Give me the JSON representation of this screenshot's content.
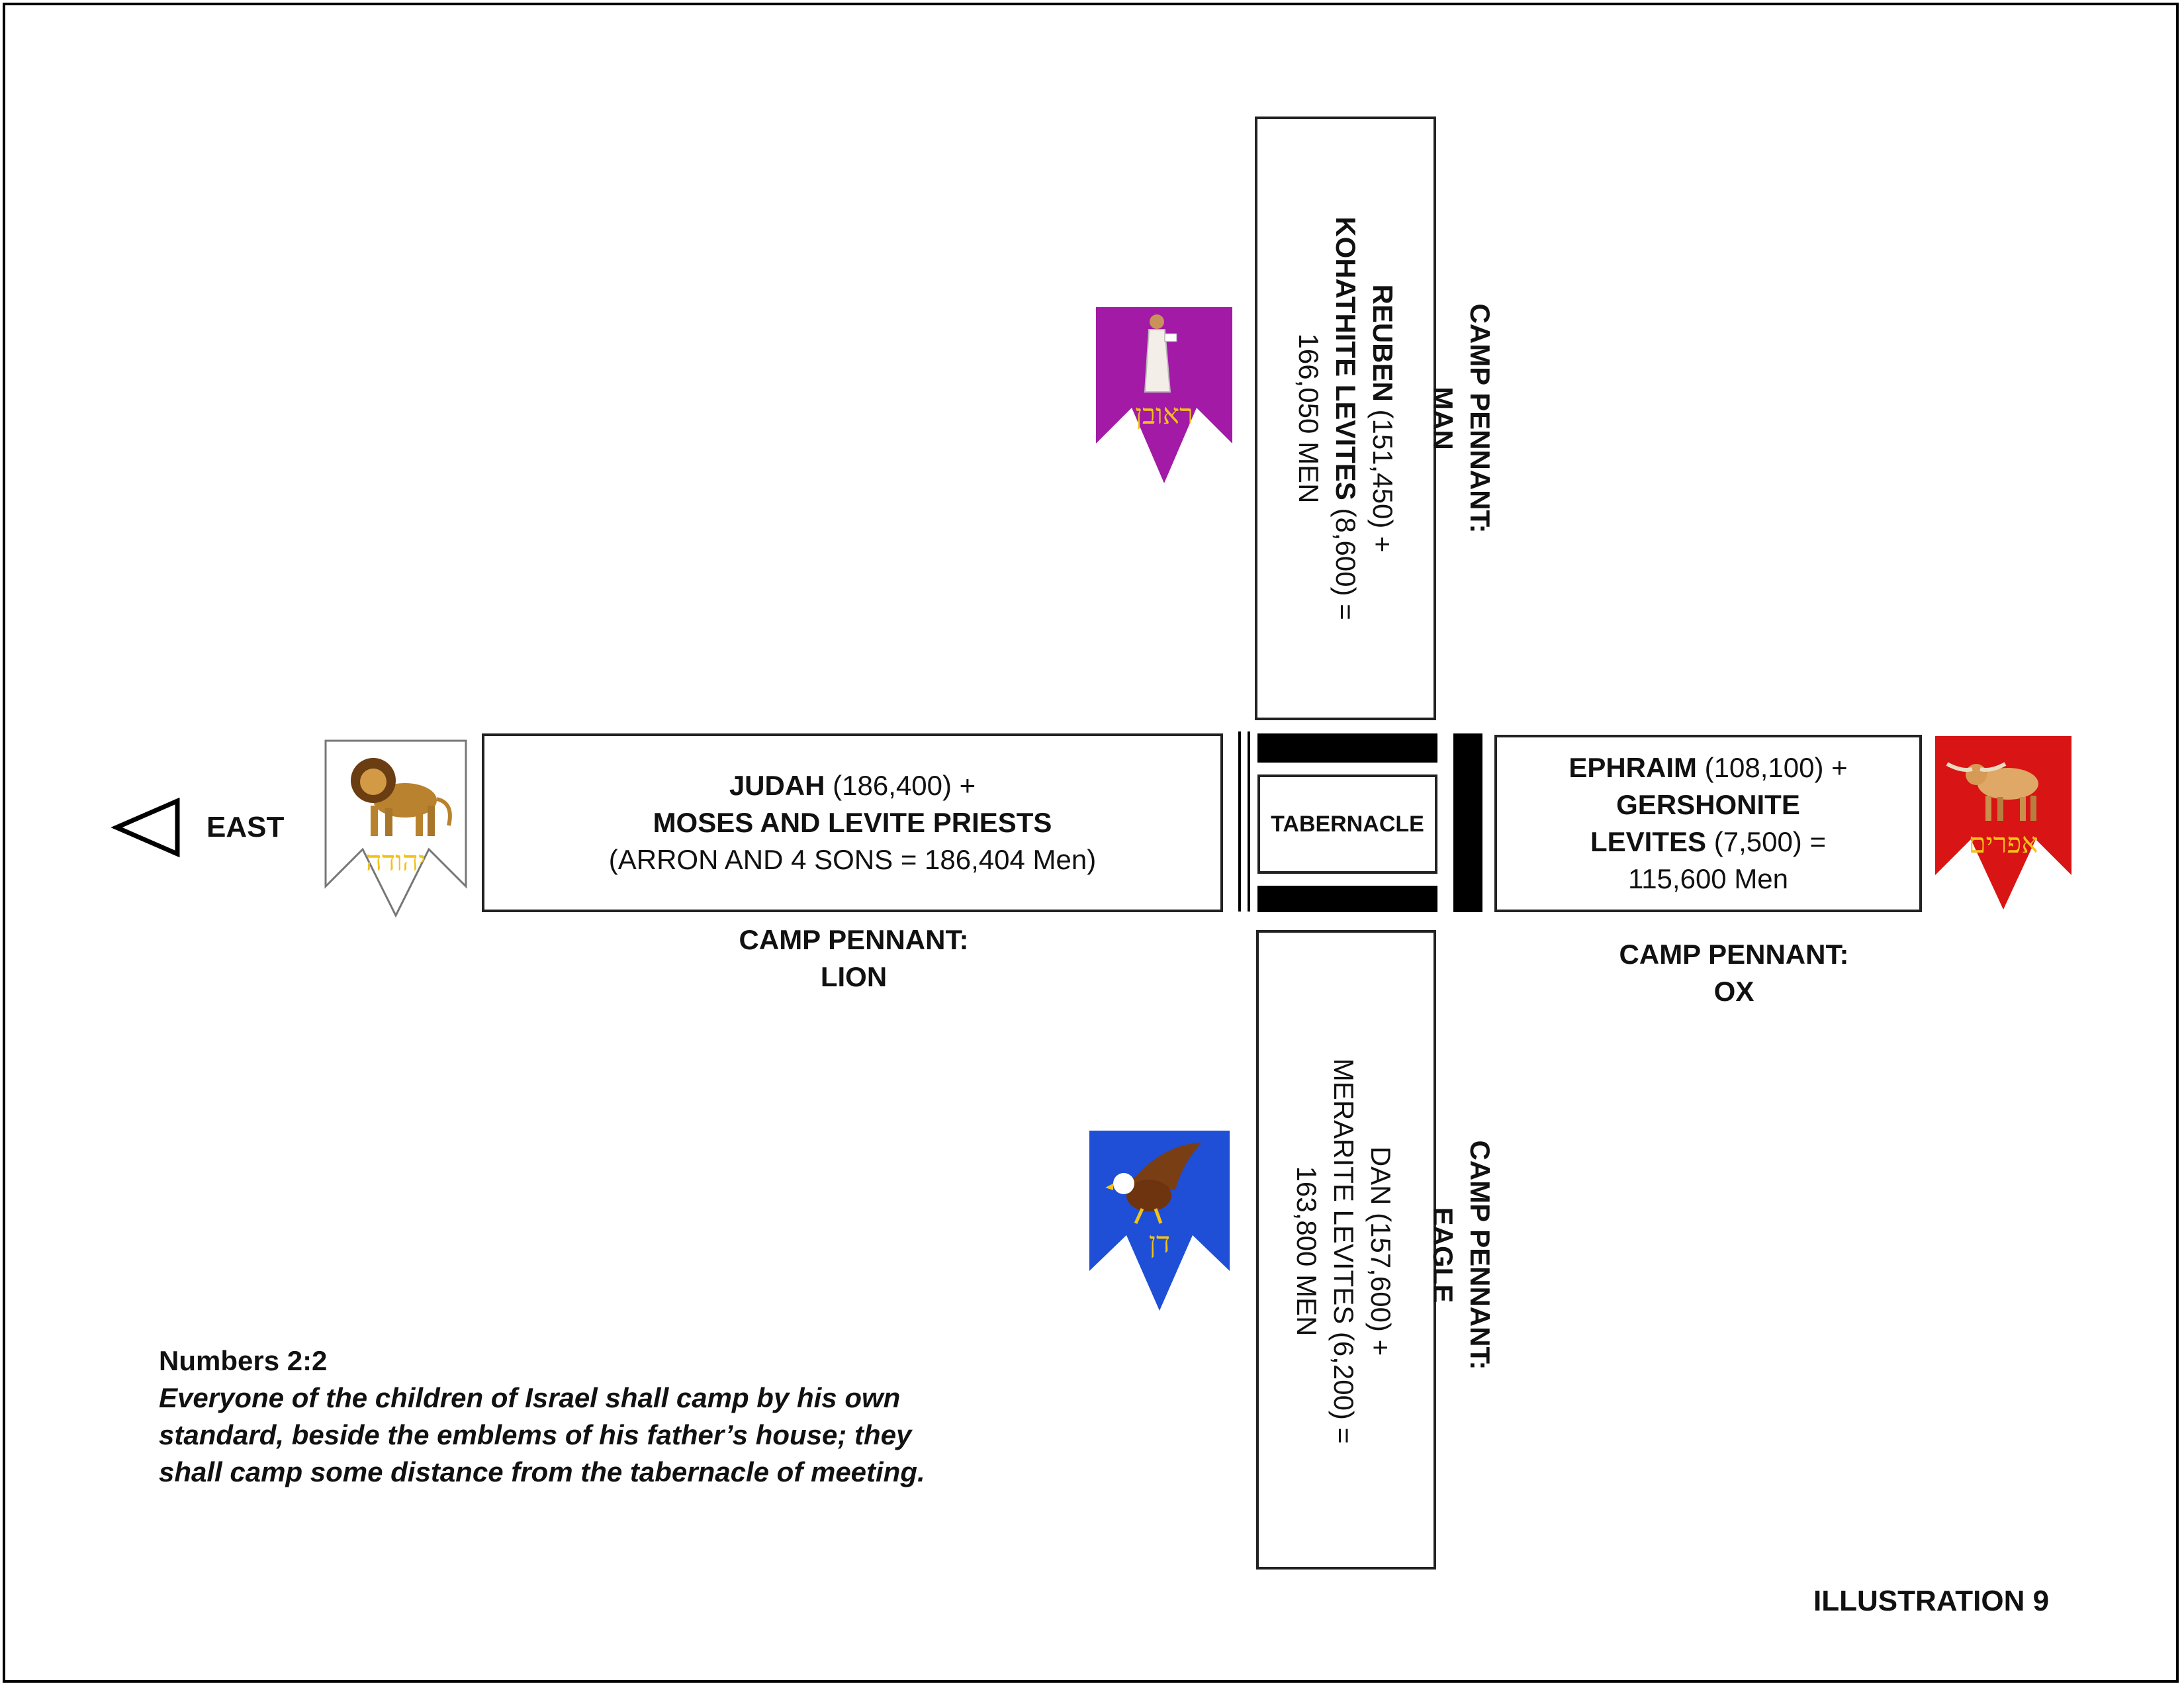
{
  "directions": {
    "east_label": "EAST"
  },
  "tabernacle": {
    "label": "TABERNACLE"
  },
  "east_camp": {
    "tribe": "JUDAH",
    "tribe_count": "(186,400) +",
    "line2": "MOSES AND LEVITE PRIESTS",
    "line3": "(ARRON AND 4 SONS = 186,404 Men)",
    "pennant_caption_1": "CAMP PENNANT:",
    "pennant_caption_2": "LION",
    "pennant_hebrew": "יהודה",
    "pennant_color": "#ffffff",
    "emblem": "lion-icon"
  },
  "north_camp": {
    "tribe": "REUBEN",
    "tribe_count": "(151,450) +",
    "levites": "KOHATHITE LEVITES",
    "levites_count": "(8,600) =",
    "total": "166,050 MEN",
    "pennant_caption_1": "CAMP PENNANT:",
    "pennant_caption_2": "MAN",
    "pennant_hebrew": "ראובן",
    "pennant_color": "#a21aa6",
    "emblem": "man-icon"
  },
  "west_camp": {
    "tribe": "EPHRAIM",
    "tribe_count": "(108,100) +",
    "levites": "GERSHONITE",
    "levites_2": "LEVITES",
    "levites_count": "(7,500) =",
    "total": "115,600 Men",
    "pennant_caption_1": "CAMP PENNANT:",
    "pennant_caption_2": "OX",
    "pennant_hebrew": "אפרים",
    "pennant_color": "#d81414",
    "emblem": "ox-icon"
  },
  "south_camp": {
    "line1": "DAN (157,600) +",
    "line2": "MERARITE LEVITES (6,200) =",
    "line3": "163,800 MEN",
    "pennant_caption_1": "CAMP PENNANT:",
    "pennant_caption_2": "EAGLE",
    "pennant_hebrew": "דן",
    "pennant_color": "#1e4fd6",
    "emblem": "eagle-icon"
  },
  "scripture": {
    "reference": "Numbers 2:2",
    "line1": "Everyone of the children of Israel shall camp by his own",
    "line2": "standard, beside the emblems of his father’s house; they",
    "line3": "shall camp some distance from the tabernacle of meeting."
  },
  "illustration_label": "ILLUSTRATION 9",
  "colors": {
    "hebrew_text": "#f2c21a",
    "border": "#222222"
  }
}
